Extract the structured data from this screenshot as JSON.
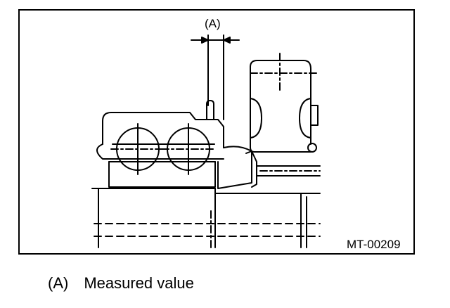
{
  "diagram": {
    "dimension_label": "(A)",
    "figure_code": "MT-00209"
  },
  "legend": {
    "items": [
      {
        "key": "(A)",
        "text": "Measured value"
      }
    ]
  }
}
